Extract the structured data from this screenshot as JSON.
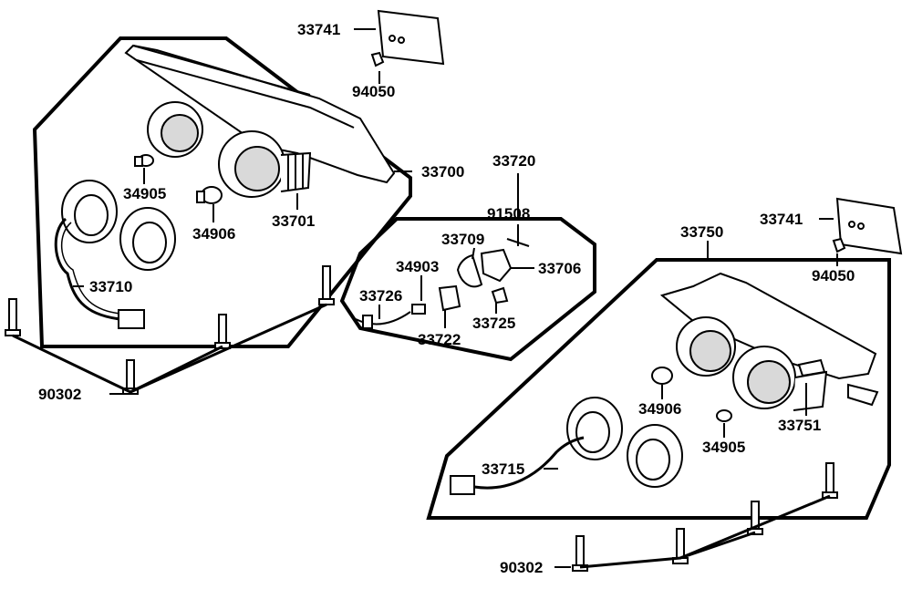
{
  "diagram": {
    "labels": {
      "p33741_top": "33741",
      "p94050_top": "94050",
      "p33700": "33700",
      "p34905_left": "34905",
      "p34906_left": "34906",
      "p33701": "33701",
      "p33710": "33710",
      "p90302_left": "90302",
      "p33720": "33720",
      "p91508": "91508",
      "p33709": "33709",
      "p34903": "34903",
      "p33706": "33706",
      "p33726": "33726",
      "p33725": "33725",
      "p33722": "33722",
      "p33750": "33750",
      "p33741_right": "33741",
      "p94050_right": "94050",
      "p34906_right": "34906",
      "p34905_right": "34905",
      "p33751": "33751",
      "p33715": "33715",
      "p90302_right": "90302"
    },
    "colors": {
      "line": "#000000",
      "background": "#ffffff",
      "part_fill": "#ffffff",
      "shade": "#d9d9d9"
    }
  }
}
